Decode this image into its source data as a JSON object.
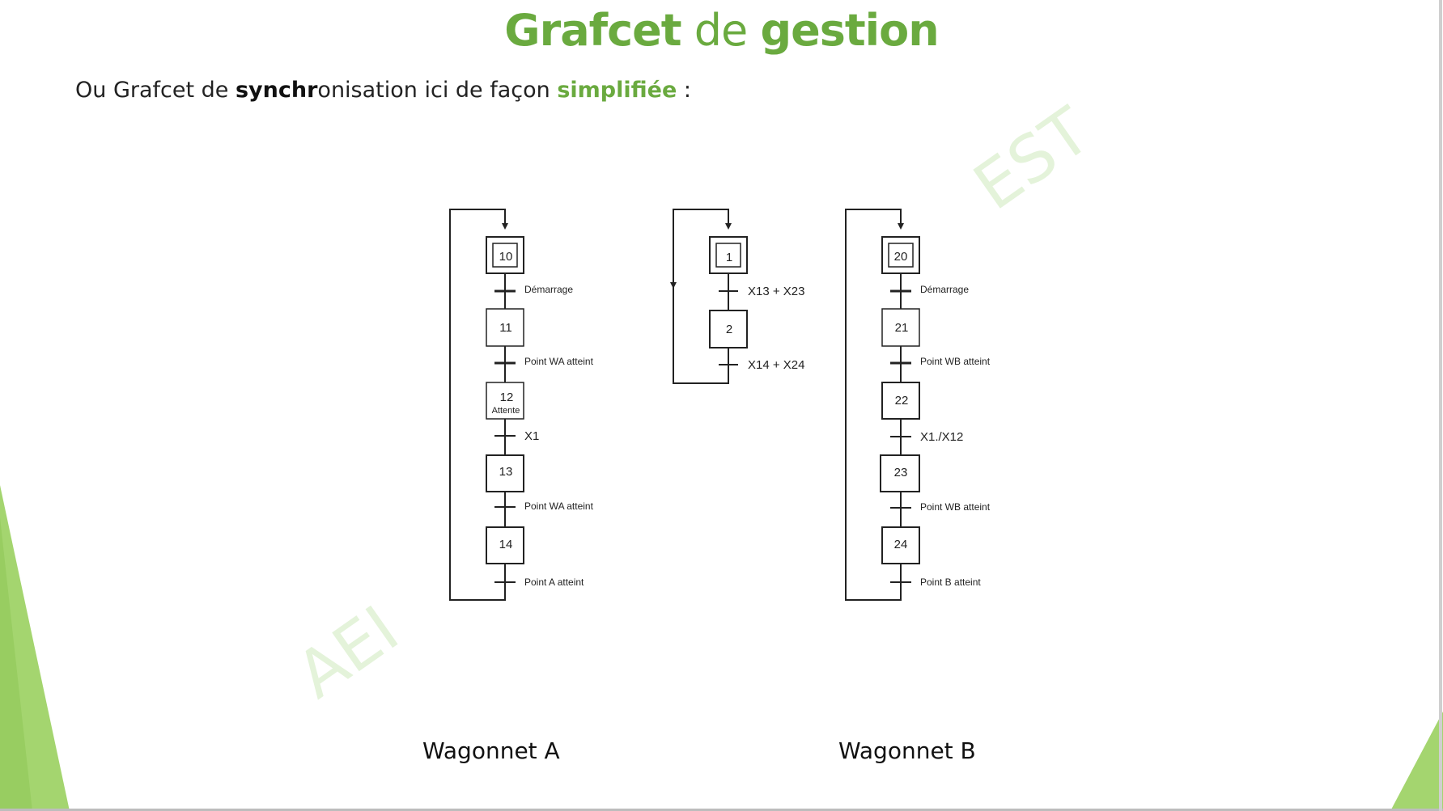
{
  "title": {
    "part1": "Grafcet",
    "part2": " de ",
    "part3": "gestion"
  },
  "subtitle": {
    "t1": "Ou Grafcet de ",
    "t2": "synchr",
    "t3": "onisation ici de façon ",
    "t4": "simplifiée",
    "t5": " :"
  },
  "colors": {
    "accent": "#6aaa3f",
    "watermark": "#e4f3da"
  },
  "watermarks": [
    "AEI",
    "EST"
  ],
  "grafcet_a": {
    "steps": [
      "10",
      "11",
      "12",
      "13",
      "14"
    ],
    "step12_note": "Attente",
    "transitions": [
      "Démarrage",
      "Point WA atteint",
      "X1",
      "Point WA atteint",
      "Point A atteint"
    ]
  },
  "grafcet_sync": {
    "steps": [
      "1",
      "2"
    ],
    "transitions": [
      "X13 + X23",
      "X14 + X24"
    ]
  },
  "grafcet_b": {
    "steps": [
      "20",
      "21",
      "22",
      "23",
      "24"
    ],
    "transitions": [
      "Démarrage",
      "Point WB atteint",
      "X1./X12",
      "Point WB atteint",
      "Point B atteint"
    ]
  },
  "captions": {
    "a": "Wagonnet A",
    "b": "Wagonnet B"
  }
}
